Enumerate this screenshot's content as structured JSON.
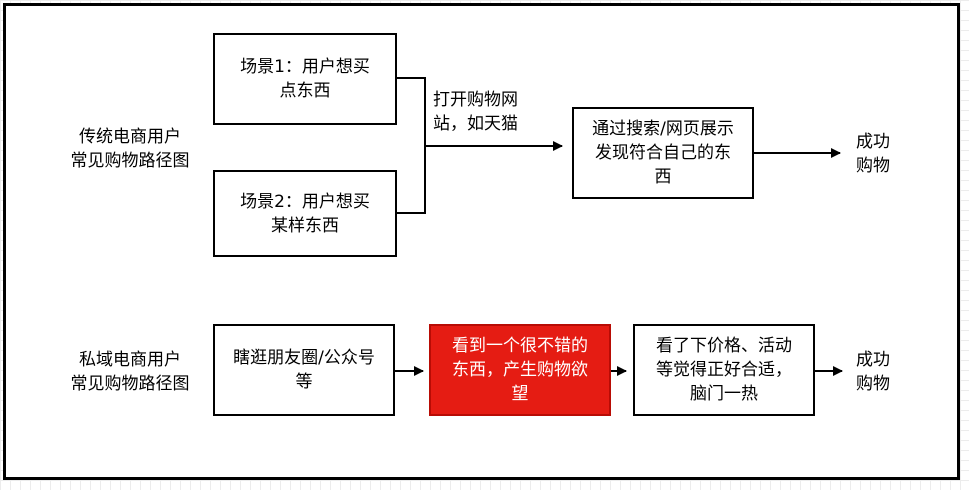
{
  "diagram": {
    "traditional": {
      "row_label": "传统电商用户\n常见购物路径图",
      "scene1": "场景1：用户想买\n点东西",
      "scene2": "场景2：用户想买\n某样东西",
      "edge_label": "打开购物网\n站，如天猫",
      "discover": "通过搜索/网页展示\n发现符合自己的东\n西",
      "result": "成功\n购物"
    },
    "private": {
      "row_label": "私域电商用户\n常见购物路径图",
      "browse": "瞎逛朋友圈/公众号\n等",
      "desire": "看到一个很不错的\n东西，产生购物欲\n望",
      "decide": "看了下价格、活动\n等觉得正好合适，\n脑门一热",
      "result": "成功\n购物"
    },
    "colors": {
      "highlight": "#e51c13",
      "stroke": "#000000"
    }
  }
}
